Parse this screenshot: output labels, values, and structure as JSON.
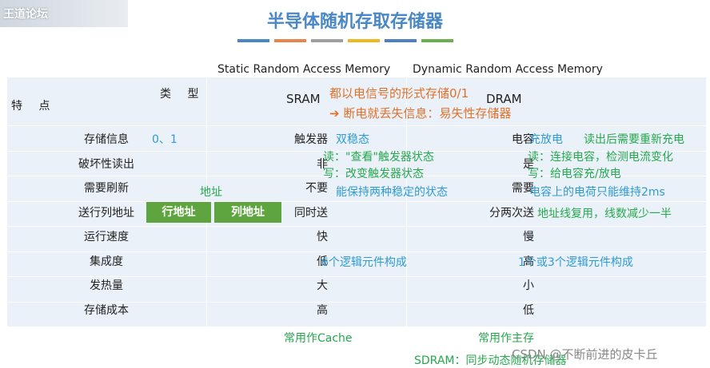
{
  "logo": {
    "text": "王道论坛"
  },
  "title": "半导体随机存取存储器",
  "accent_bars": [
    "#4a87c5",
    "#e8854a",
    "#a0a0a0",
    "#f0b81e",
    "#4f7fc5",
    "#6ab04c"
  ],
  "headers": {
    "sram_full": "Static Random Access Memory",
    "dram_full": "Dynamic Random Access Memory"
  },
  "table": {
    "corner_left": "特  点",
    "corner_right": "类  型",
    "col_sram": "SRAM",
    "col_dram": "DRAM",
    "rows": [
      {
        "feature": "存储信息",
        "sram": "触发器",
        "dram": "电容"
      },
      {
        "feature": "破坏性读出",
        "sram": "非",
        "dram": "是"
      },
      {
        "feature": "需要刷新",
        "sram": "不要",
        "dram": "需要"
      },
      {
        "feature": "送行列地址",
        "sram": "同时送",
        "dram": "分两次送"
      },
      {
        "feature": "运行速度",
        "sram": "快",
        "dram": "慢"
      },
      {
        "feature": "集成度",
        "sram": "低",
        "dram": "高"
      },
      {
        "feature": "发热量",
        "sram": "大",
        "dram": "小"
      },
      {
        "feature": "存储成本",
        "sram": "高",
        "dram": "低"
      }
    ]
  },
  "annotations": {
    "sram_signal": "都以电信号的形式存储0/1",
    "power_loss": "➔ 断电就丢失信息：易失性存储器",
    "bits": "0、1",
    "bistable": "双稳态",
    "charge_discharge": "充放电",
    "recharge": "读出后需要重新充电",
    "sram_read": "读：\"查看\"触发器状态",
    "sram_write": "写：改变触发器状态",
    "dram_read": "读：连接电容，检测电流变化",
    "dram_write": "写：给电容充/放电",
    "address": "地址",
    "row_addr": "行地址",
    "col_addr": "列地址",
    "two_states": "能保持两种稳定的状态",
    "charge_hold": "电容上的电荷只能维持2ms",
    "addr_reuse": "地址线复用，线数减少一半",
    "sram_units": "6个逻辑元件构成",
    "dram_units": "1个或3个逻辑元件构成",
    "cache_use": "常用作Cache",
    "main_mem_use": "常用作主存",
    "sdram": "SDRAM：同步动态随机存储器"
  },
  "watermark": "CSDN @不断前进的皮卡丘"
}
